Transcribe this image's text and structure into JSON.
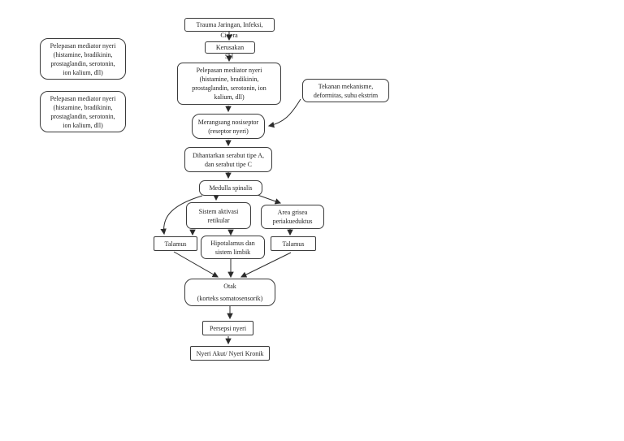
{
  "flowchart": {
    "description": "Patofisiologi nyeri flowchart (Indonesian pain pathway diagram)",
    "colors": {
      "background": "#ffffff",
      "box_border": "#3a3a3a",
      "arrow": "#2b2b2b",
      "text": "#1f1f1f"
    },
    "nodes": {
      "trauma": {
        "lines": [
          "Trauma Jaringan, Infeksi,"
        ],
        "overflow": "Cidera"
      },
      "kerusakan": {
        "lines": [
          "Kerusakan"
        ],
        "overflow": "Sel"
      },
      "mediator_side_top": {
        "lines": [
          "Pelepasan mediator nyeri",
          "(histamine, bradikinin,",
          "prostaglandin, serotonin,",
          "ion kalium, dll)"
        ]
      },
      "mediator_side_bottom": {
        "lines": [
          "Pelepasan mediator nyeri",
          "(histamine, bradikinin,",
          "prostaglandin, serotonin,",
          "ion kalium, dll)"
        ]
      },
      "mediator_center": {
        "lines": [
          "Pelepasan mediator nyeri",
          "(histamine, bradikinin,",
          "prostaglandin, serotonin, ion",
          "kalium, dll)"
        ]
      },
      "tekanan": {
        "lines": [
          "Tekanan mekanisme,",
          "deformitas, suhu ekstrim"
        ]
      },
      "nosiseptor": {
        "lines": [
          "Merangsang nosiseptor",
          "(reseptor nyeri)"
        ]
      },
      "serabut": {
        "lines": [
          "Dihantarkan serabut tipe A,",
          "dan serabut tipe C"
        ]
      },
      "medulla": {
        "lines": [
          "Medulla spinalis"
        ]
      },
      "sar": {
        "lines": [
          "Sistem aktivasi",
          "retikular"
        ]
      },
      "grisea": {
        "lines": [
          "Area grisea",
          "periakueduktus"
        ]
      },
      "talamus_left": {
        "lines": [
          "Talamus"
        ]
      },
      "hipotalamus": {
        "lines": [
          "Hipotalamus dan",
          "sistem limbik"
        ]
      },
      "talamus_right": {
        "lines": [
          "Talamus"
        ]
      },
      "otak": {
        "lines": [
          "Otak",
          "(korteks somatosensorik)"
        ]
      },
      "persepsi": {
        "lines": [
          "Persepsi nyeri"
        ]
      },
      "outcome": {
        "lines": [
          "Nyeri Akut/ Nyeri Kronik"
        ]
      }
    },
    "edges": [
      {
        "from": "trauma",
        "to": "kerusakan"
      },
      {
        "from": "kerusakan",
        "to": "mediator_center"
      },
      {
        "from": "mediator_center",
        "to": "nosiseptor"
      },
      {
        "from": "tekanan",
        "to": "nosiseptor",
        "style": "curved"
      },
      {
        "from": "nosiseptor",
        "to": "serabut"
      },
      {
        "from": "serabut",
        "to": "medulla"
      },
      {
        "from": "medulla",
        "to": "sar"
      },
      {
        "from": "medulla",
        "to": "grisea"
      },
      {
        "from": "medulla",
        "to": "talamus_left",
        "style": "curved"
      },
      {
        "from": "sar",
        "to": "talamus_left"
      },
      {
        "from": "sar",
        "to": "hipotalamus"
      },
      {
        "from": "grisea",
        "to": "talamus_right"
      },
      {
        "from": "talamus_left",
        "to": "otak"
      },
      {
        "from": "hipotalamus",
        "to": "otak"
      },
      {
        "from": "talamus_right",
        "to": "otak"
      },
      {
        "from": "otak",
        "to": "persepsi"
      },
      {
        "from": "persepsi",
        "to": "outcome"
      }
    ]
  }
}
